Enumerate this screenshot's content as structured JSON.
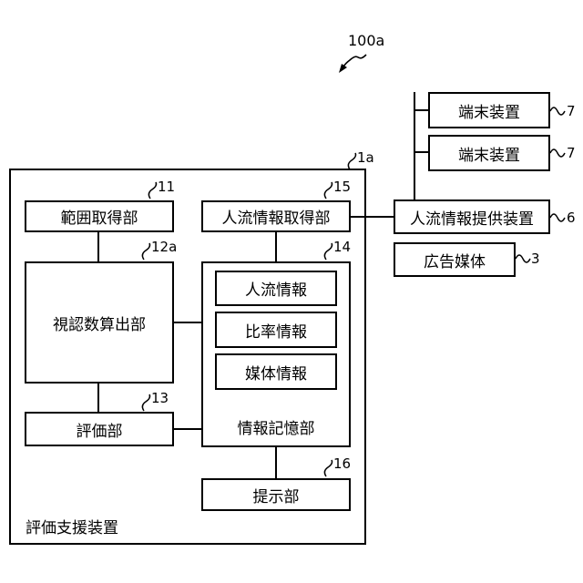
{
  "figure_label": "100a",
  "system": {
    "label": "評価支援装置",
    "ref": "1a",
    "units": {
      "range_acquisition": {
        "label": "範囲取得部",
        "ref": "11"
      },
      "flow_acquisition": {
        "label": "人流情報取得部",
        "ref": "15"
      },
      "visual_count": {
        "label": "視認数算出部",
        "ref": "12a"
      },
      "storage": {
        "label": "情報記憶部",
        "ref": "14",
        "items": [
          "人流情報",
          "比率情報",
          "媒体情報"
        ]
      },
      "evaluation": {
        "label": "評価部",
        "ref": "13"
      },
      "presentation": {
        "label": "提示部",
        "ref": "16"
      }
    }
  },
  "external": {
    "flow_provider": {
      "label": "人流情報提供装置",
      "ref": "6"
    },
    "ad_medium": {
      "label": "広告媒体",
      "ref": "3"
    },
    "terminals": [
      {
        "label": "端末装置",
        "ref": "7"
      },
      {
        "label": "端末装置",
        "ref": "7"
      }
    ]
  }
}
